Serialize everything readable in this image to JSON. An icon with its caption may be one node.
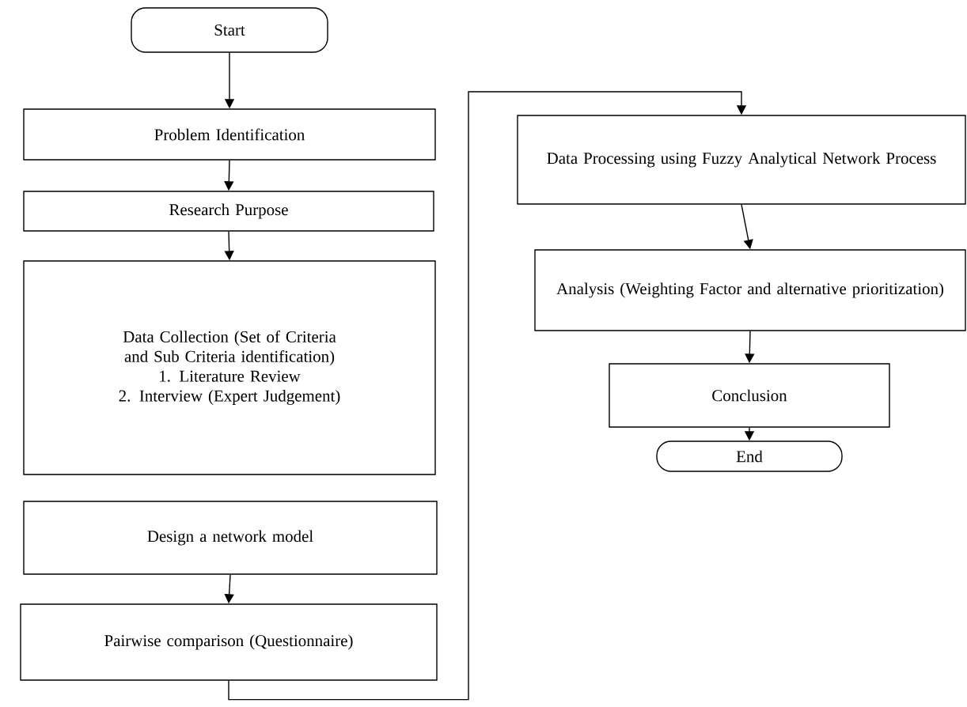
{
  "diagram": {
    "nodes": [
      {
        "text": [
          "Start"
        ]
      },
      {
        "text": [
          "Problem Identification"
        ]
      },
      {
        "text": [
          "Research Purpose"
        ]
      },
      {
        "text": [
          "Data Collection (Set of Criteria and Sub Criteria identification)",
          "1. Literature Review",
          "2. Interview (Expert Judgement)"
        ]
      },
      {
        "text": [
          "Design a network model"
        ]
      },
      {
        "text": [
          "Pairwise comparison (Questionnaire)"
        ]
      },
      {
        "text": [
          "Data Processing using Fuzzy Analytical Network Process"
        ]
      },
      {
        "text": [
          "Analysis (Weighting Factor and alternative prioritization)"
        ]
      },
      {
        "text": [
          "Conclusion"
        ]
      },
      {
        "text": [
          "End"
        ]
      }
    ],
    "edges": [
      {
        "from": 0,
        "to": 1,
        "arrow": "to"
      },
      {
        "from": 1,
        "to": 2,
        "arrow": "to"
      },
      {
        "from": 2,
        "to": 3,
        "arrow": "to"
      },
      {
        "from": 4,
        "to": 5,
        "arrow": "to"
      },
      {
        "from": 5,
        "to": 6,
        "arrow": "to"
      },
      {
        "from": 6,
        "to": 7,
        "arrow": "to"
      },
      {
        "from": 7,
        "to": 8,
        "arrow": "to"
      },
      {
        "from": 8,
        "to": 9,
        "arrow": "to"
      }
    ]
  }
}
